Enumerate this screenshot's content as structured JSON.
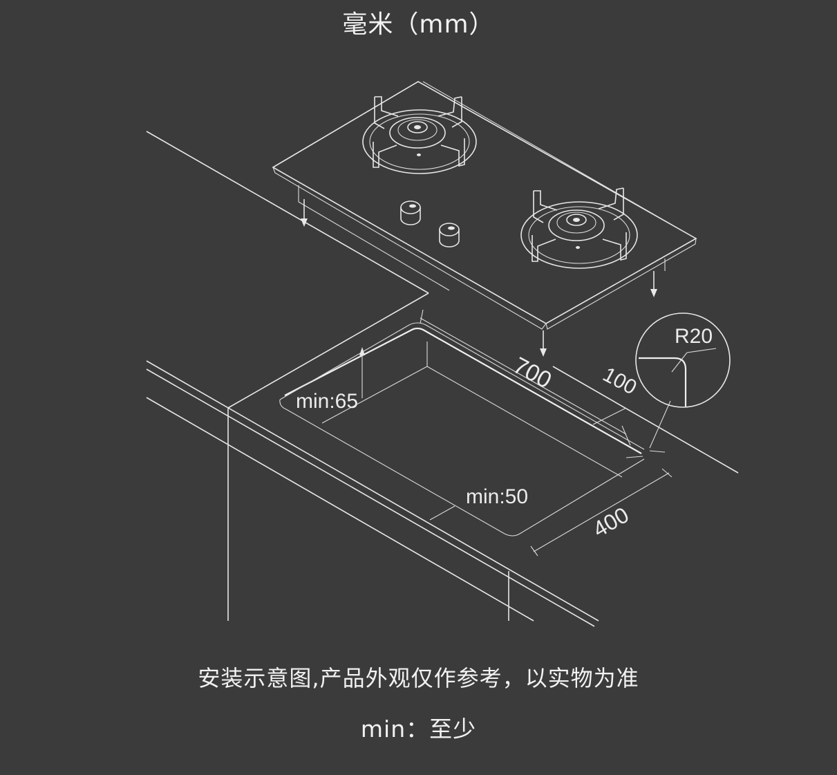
{
  "unit_title": "毫米（mm）",
  "labels": {
    "width": "700",
    "depth": "400",
    "edge_offset": "100",
    "radius": "R20",
    "min_back": "min:65",
    "min_front": "min:50"
  },
  "footer": {
    "note": "安装示意图,产品外观仅作参考，以实物为准",
    "legend": "min：至少"
  },
  "colors": {
    "background": "#3b3b3b",
    "line": "#e8e8e8"
  }
}
